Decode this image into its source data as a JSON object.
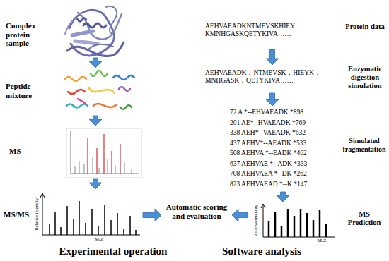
{
  "diagram": {
    "nodes": [
      {
        "text": [
          "Complex protein sample"
        ]
      },
      {
        "text": [
          "Peptide mixture"
        ]
      },
      {
        "text": [
          "MS"
        ]
      },
      {
        "text": [
          "MS/MS",
          "Relative intensity",
          "M/Z"
        ]
      },
      {
        "text": [
          "Automatic scoring and evaluation"
        ]
      },
      {
        "text": [
          "AEHVAEADKNTMEVSKHIEY KMNHGASKQETYKIVA……",
          "Protein data"
        ]
      },
      {
        "text": [
          "AEHVAEADK，NTMEVSK，HIEYK， MNHGASK，QETYKIVA……",
          "Enzymatic digestion simulation"
        ]
      },
      {
        "text": [
          "72 A *--EHVAEADK *898",
          "201 AE*--HVAEADK *769",
          "338 AEH*--VAEADK *632",
          "437 AEHV*--AEADK *533",
          "508 AEHVA *--EADK *462",
          "637 AEHVAE *--ADK *333",
          "708 AEHVAEA *--DK *262",
          "823 AEHVAEAD *--K *147",
          "Simulated fragmentation"
        ]
      },
      {
        "text": [
          "MS Prediction",
          "Relative intensity",
          "M/Z"
        ]
      }
    ],
    "edges": [
      {
        "from": 0,
        "to": 1,
        "arrow": "to"
      },
      {
        "from": 1,
        "to": 2,
        "arrow": "to"
      },
      {
        "from": 2,
        "to": 3,
        "arrow": "to"
      },
      {
        "from": 3,
        "to": 4,
        "arrow": "to"
      },
      {
        "from": 5,
        "to": 6,
        "arrow": "to"
      },
      {
        "from": 6,
        "to": 7,
        "arrow": "to"
      },
      {
        "from": 7,
        "to": 8,
        "arrow": "to"
      },
      {
        "from": 8,
        "to": 4,
        "arrow": "to"
      }
    ],
    "labels": [
      "Experimental operation",
      "Software analysis"
    ]
  }
}
